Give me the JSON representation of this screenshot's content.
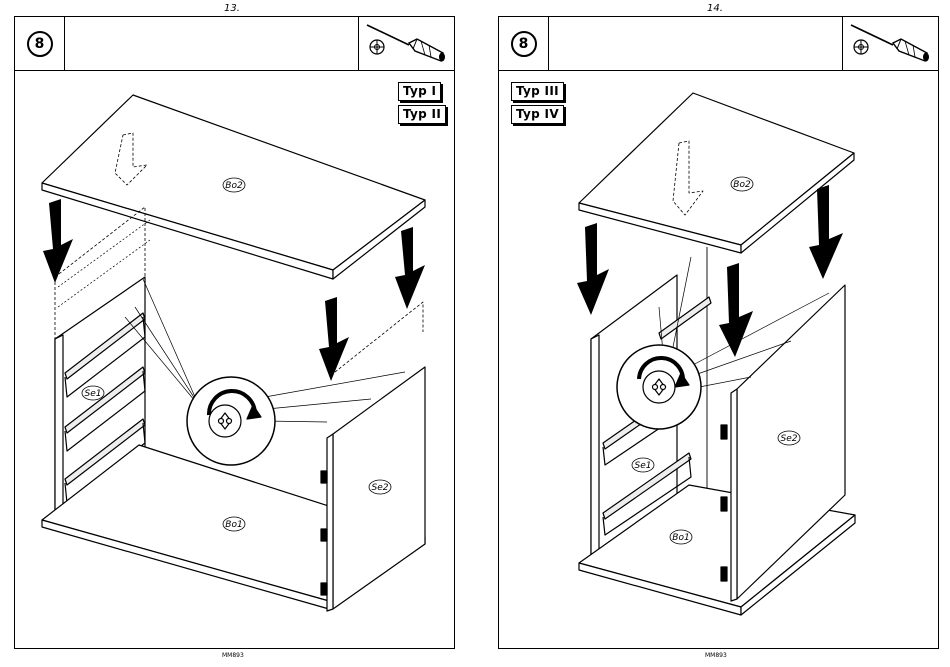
{
  "pages": [
    {
      "page_number": "13.",
      "step": "8",
      "types": [
        "Typ I",
        "Typ II"
      ],
      "parts": {
        "top": "Bo2",
        "side_left": "Se1",
        "side_right": "Se2",
        "bottom": "Bo1"
      },
      "footer": "MM893"
    },
    {
      "page_number": "14.",
      "step": "8",
      "types": [
        "Typ III",
        "Typ IV"
      ],
      "parts": {
        "top": "Bo2",
        "side_left": "Se1",
        "side_right": "Se2",
        "bottom": "Bo1"
      },
      "footer": "MM893"
    }
  ],
  "icons": [
    "screwdriver-icon",
    "cam-lock-icon",
    "rotation-detail-icon",
    "down-arrow-icon"
  ]
}
